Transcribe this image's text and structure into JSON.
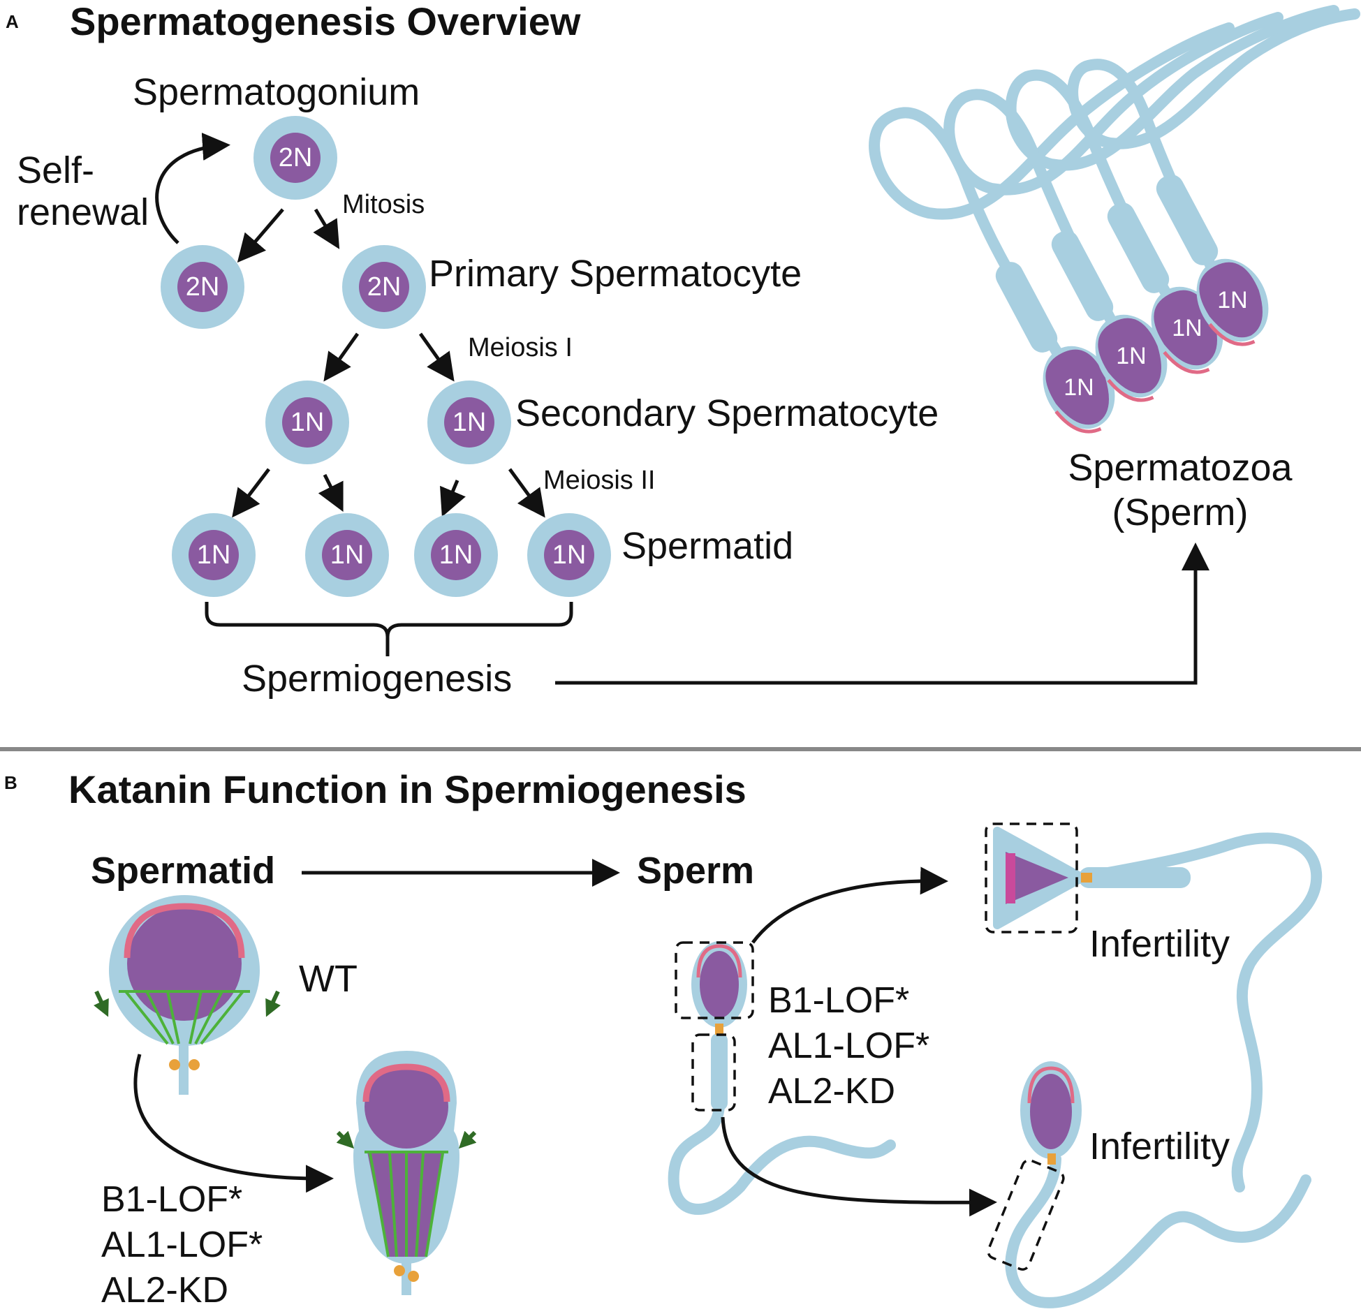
{
  "panel_a": {
    "letter": "A",
    "title": "Spermatogenesis Overview",
    "stages": {
      "spermatogonium": "Spermatogonium",
      "primary": "Primary Spermatocyte",
      "secondary": "Secondary Spermatocyte",
      "spermatid": "Spermatid",
      "spermatozoa_line1": "Spermatozoa",
      "spermatozoa_line2": "(Sperm)"
    },
    "processes": {
      "self_renewal_line1": "Self-",
      "self_renewal_line2": "renewal",
      "mitosis": "Mitosis",
      "meiosis1": "Meiosis I",
      "meiosis2": "Meiosis II",
      "spermiogenesis": "Spermiogenesis"
    },
    "ploidy": {
      "diploid": "2N",
      "haploid": "1N"
    }
  },
  "panel_b": {
    "letter": "B",
    "title": "Katanin Function in Spermiogenesis",
    "spermatid_label": "Spermatid",
    "sperm_label": "Sperm",
    "wt_label": "WT",
    "genotypes_left": [
      "B1-LOF*",
      "AL1-LOF*",
      "AL2-KD"
    ],
    "genotypes_right": [
      "B1-LOF*",
      "AL1-LOF*",
      "AL2-KD"
    ],
    "outcome_top": "Infertility",
    "outcome_bottom": "Infertility"
  },
  "colors": {
    "cytoplasm": "#a8cfe0",
    "nucleus": "#8a5aa0",
    "acrosome": "#e06a86",
    "manchette": "#4db23a",
    "centriole": "#e8a13a",
    "divider": "#888888"
  }
}
